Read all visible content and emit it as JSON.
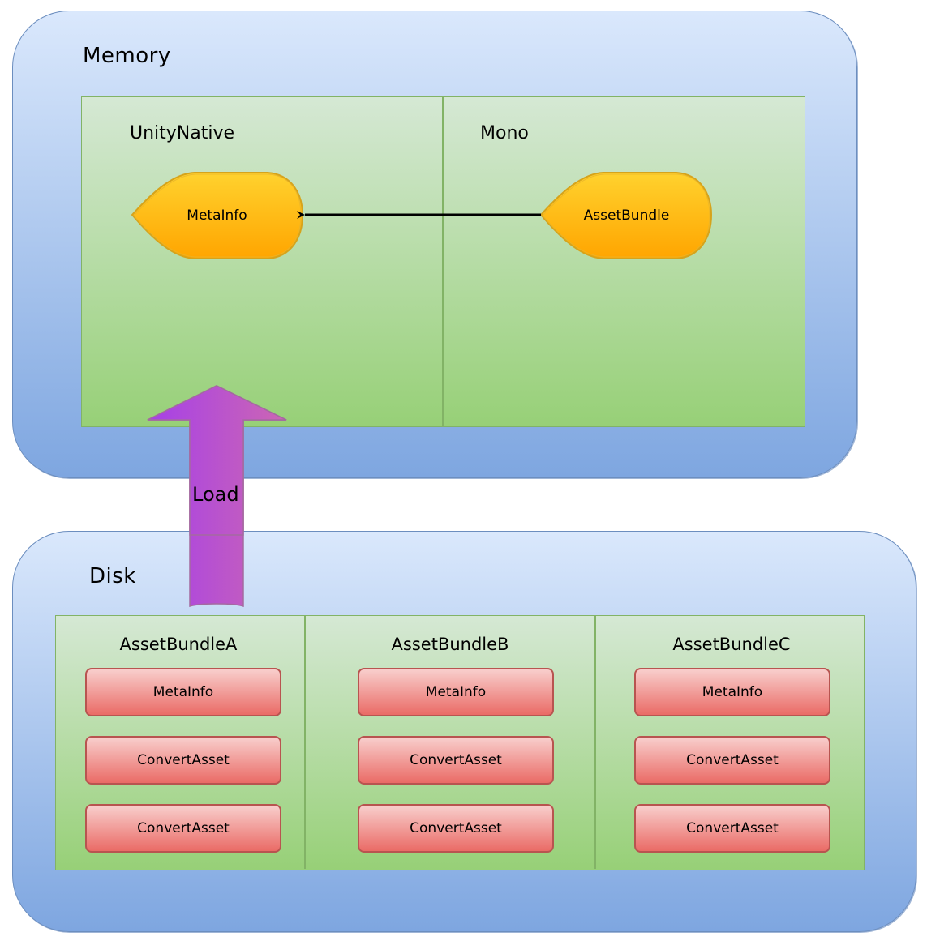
{
  "memory": {
    "label": "Memory",
    "panels": [
      {
        "label": "UnityNative",
        "node": {
          "label": "MetaInfo",
          "shape": "data-storage-leaf"
        }
      },
      {
        "label": "Mono",
        "node": {
          "label": "AssetBundle",
          "shape": "data-storage-leaf"
        }
      }
    ],
    "reference_arrow": {
      "from": "AssetBundle",
      "to": "MetaInfo"
    }
  },
  "load_arrow": {
    "label": "Load",
    "from": "Disk",
    "to": "Memory"
  },
  "disk": {
    "label": "Disk",
    "bundles": [
      {
        "title": "AssetBundleA",
        "items": [
          "MetaInfo",
          "ConvertAsset",
          "ConvertAsset"
        ]
      },
      {
        "title": "AssetBundleB",
        "items": [
          "MetaInfo",
          "ConvertAsset",
          "ConvertAsset"
        ]
      },
      {
        "title": "AssetBundleC",
        "items": [
          "MetaInfo",
          "ConvertAsset",
          "ConvertAsset"
        ]
      }
    ]
  },
  "colors": {
    "region_fill_top": "#dae8fc",
    "region_fill_bottom": "#7ea6e0",
    "region_stroke": "#6c8ebf",
    "panel_fill_top": "#d5e8d4",
    "panel_fill_bottom": "#97d077",
    "panel_stroke": "#82b366",
    "node_fill_top": "#ffd22e",
    "node_fill_bottom": "#ffa500",
    "node_stroke": "#d6a31b",
    "item_fill_top": "#f8cecc",
    "item_fill_bottom": "#ea6b66",
    "item_stroke": "#b85450",
    "load_arrow_left": "#a640e8",
    "load_arrow_right": "#cc66b3"
  }
}
